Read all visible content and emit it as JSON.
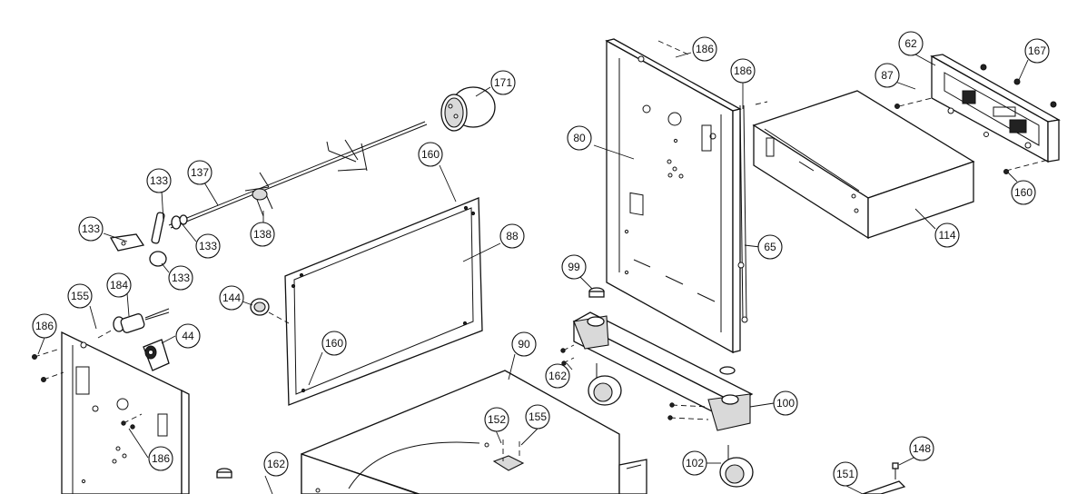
{
  "callouts": [
    {
      "id": "c186a",
      "label": "186"
    },
    {
      "id": "c186b",
      "label": "186"
    },
    {
      "id": "c62",
      "label": "62"
    },
    {
      "id": "c167",
      "label": "167"
    },
    {
      "id": "c87",
      "label": "87"
    },
    {
      "id": "c171",
      "label": "171"
    },
    {
      "id": "c80",
      "label": "80"
    },
    {
      "id": "c160a",
      "label": "160"
    },
    {
      "id": "c160b",
      "label": "160"
    },
    {
      "id": "c160c",
      "label": "160"
    },
    {
      "id": "c137",
      "label": "137"
    },
    {
      "id": "c133a",
      "label": "133"
    },
    {
      "id": "c133b",
      "label": "133"
    },
    {
      "id": "c133c",
      "label": "133"
    },
    {
      "id": "c133d",
      "label": "133"
    },
    {
      "id": "c138",
      "label": "138"
    },
    {
      "id": "c88",
      "label": "88"
    },
    {
      "id": "c65",
      "label": "65"
    },
    {
      "id": "c114",
      "label": "114"
    },
    {
      "id": "c99",
      "label": "99"
    },
    {
      "id": "c155a",
      "label": "155"
    },
    {
      "id": "c155b",
      "label": "155"
    },
    {
      "id": "c184",
      "label": "184"
    },
    {
      "id": "c144",
      "label": "144"
    },
    {
      "id": "c186c",
      "label": "186"
    },
    {
      "id": "c186d",
      "label": "186"
    },
    {
      "id": "c44",
      "label": "44"
    },
    {
      "id": "c90",
      "label": "90"
    },
    {
      "id": "c162a",
      "label": "162"
    },
    {
      "id": "c162b",
      "label": "162"
    },
    {
      "id": "c100",
      "label": "100"
    },
    {
      "id": "c152",
      "label": "152"
    },
    {
      "id": "c148",
      "label": "148"
    },
    {
      "id": "c102",
      "label": "102"
    },
    {
      "id": "c151",
      "label": "151"
    }
  ]
}
